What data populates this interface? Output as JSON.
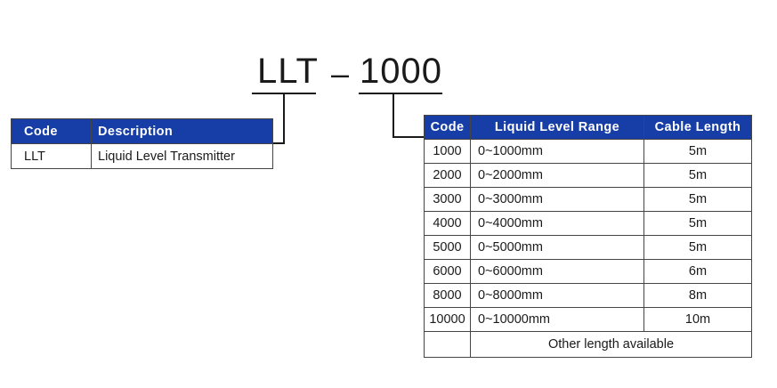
{
  "model": {
    "part1": "LLT",
    "separator": "–",
    "part2": "1000"
  },
  "code_table": {
    "headers": {
      "code": "Code",
      "description": "Description"
    },
    "rows": [
      {
        "code": "LLT",
        "description": "Liquid Level Transmitter"
      }
    ]
  },
  "range_table": {
    "headers": {
      "code": "Code",
      "range": "Liquid Level Range",
      "cable": "Cable Length"
    },
    "rows": [
      {
        "code": "1000",
        "range": "0~1000mm",
        "cable": "5m"
      },
      {
        "code": "2000",
        "range": "0~2000mm",
        "cable": "5m"
      },
      {
        "code": "3000",
        "range": "0~3000mm",
        "cable": "5m"
      },
      {
        "code": "4000",
        "range": "0~4000mm",
        "cable": "5m"
      },
      {
        "code": "5000",
        "range": "0~5000mm",
        "cable": "5m"
      },
      {
        "code": "6000",
        "range": "0~6000mm",
        "cable": "6m"
      },
      {
        "code": "8000",
        "range": "0~8000mm",
        "cable": "8m"
      },
      {
        "code": "10000",
        "range": "0~10000mm",
        "cable": "10m"
      }
    ],
    "note": "Other length available"
  },
  "colors": {
    "header_bg": "#173ea6",
    "header_text": "#ffffff",
    "text": "#1a1a1a"
  }
}
